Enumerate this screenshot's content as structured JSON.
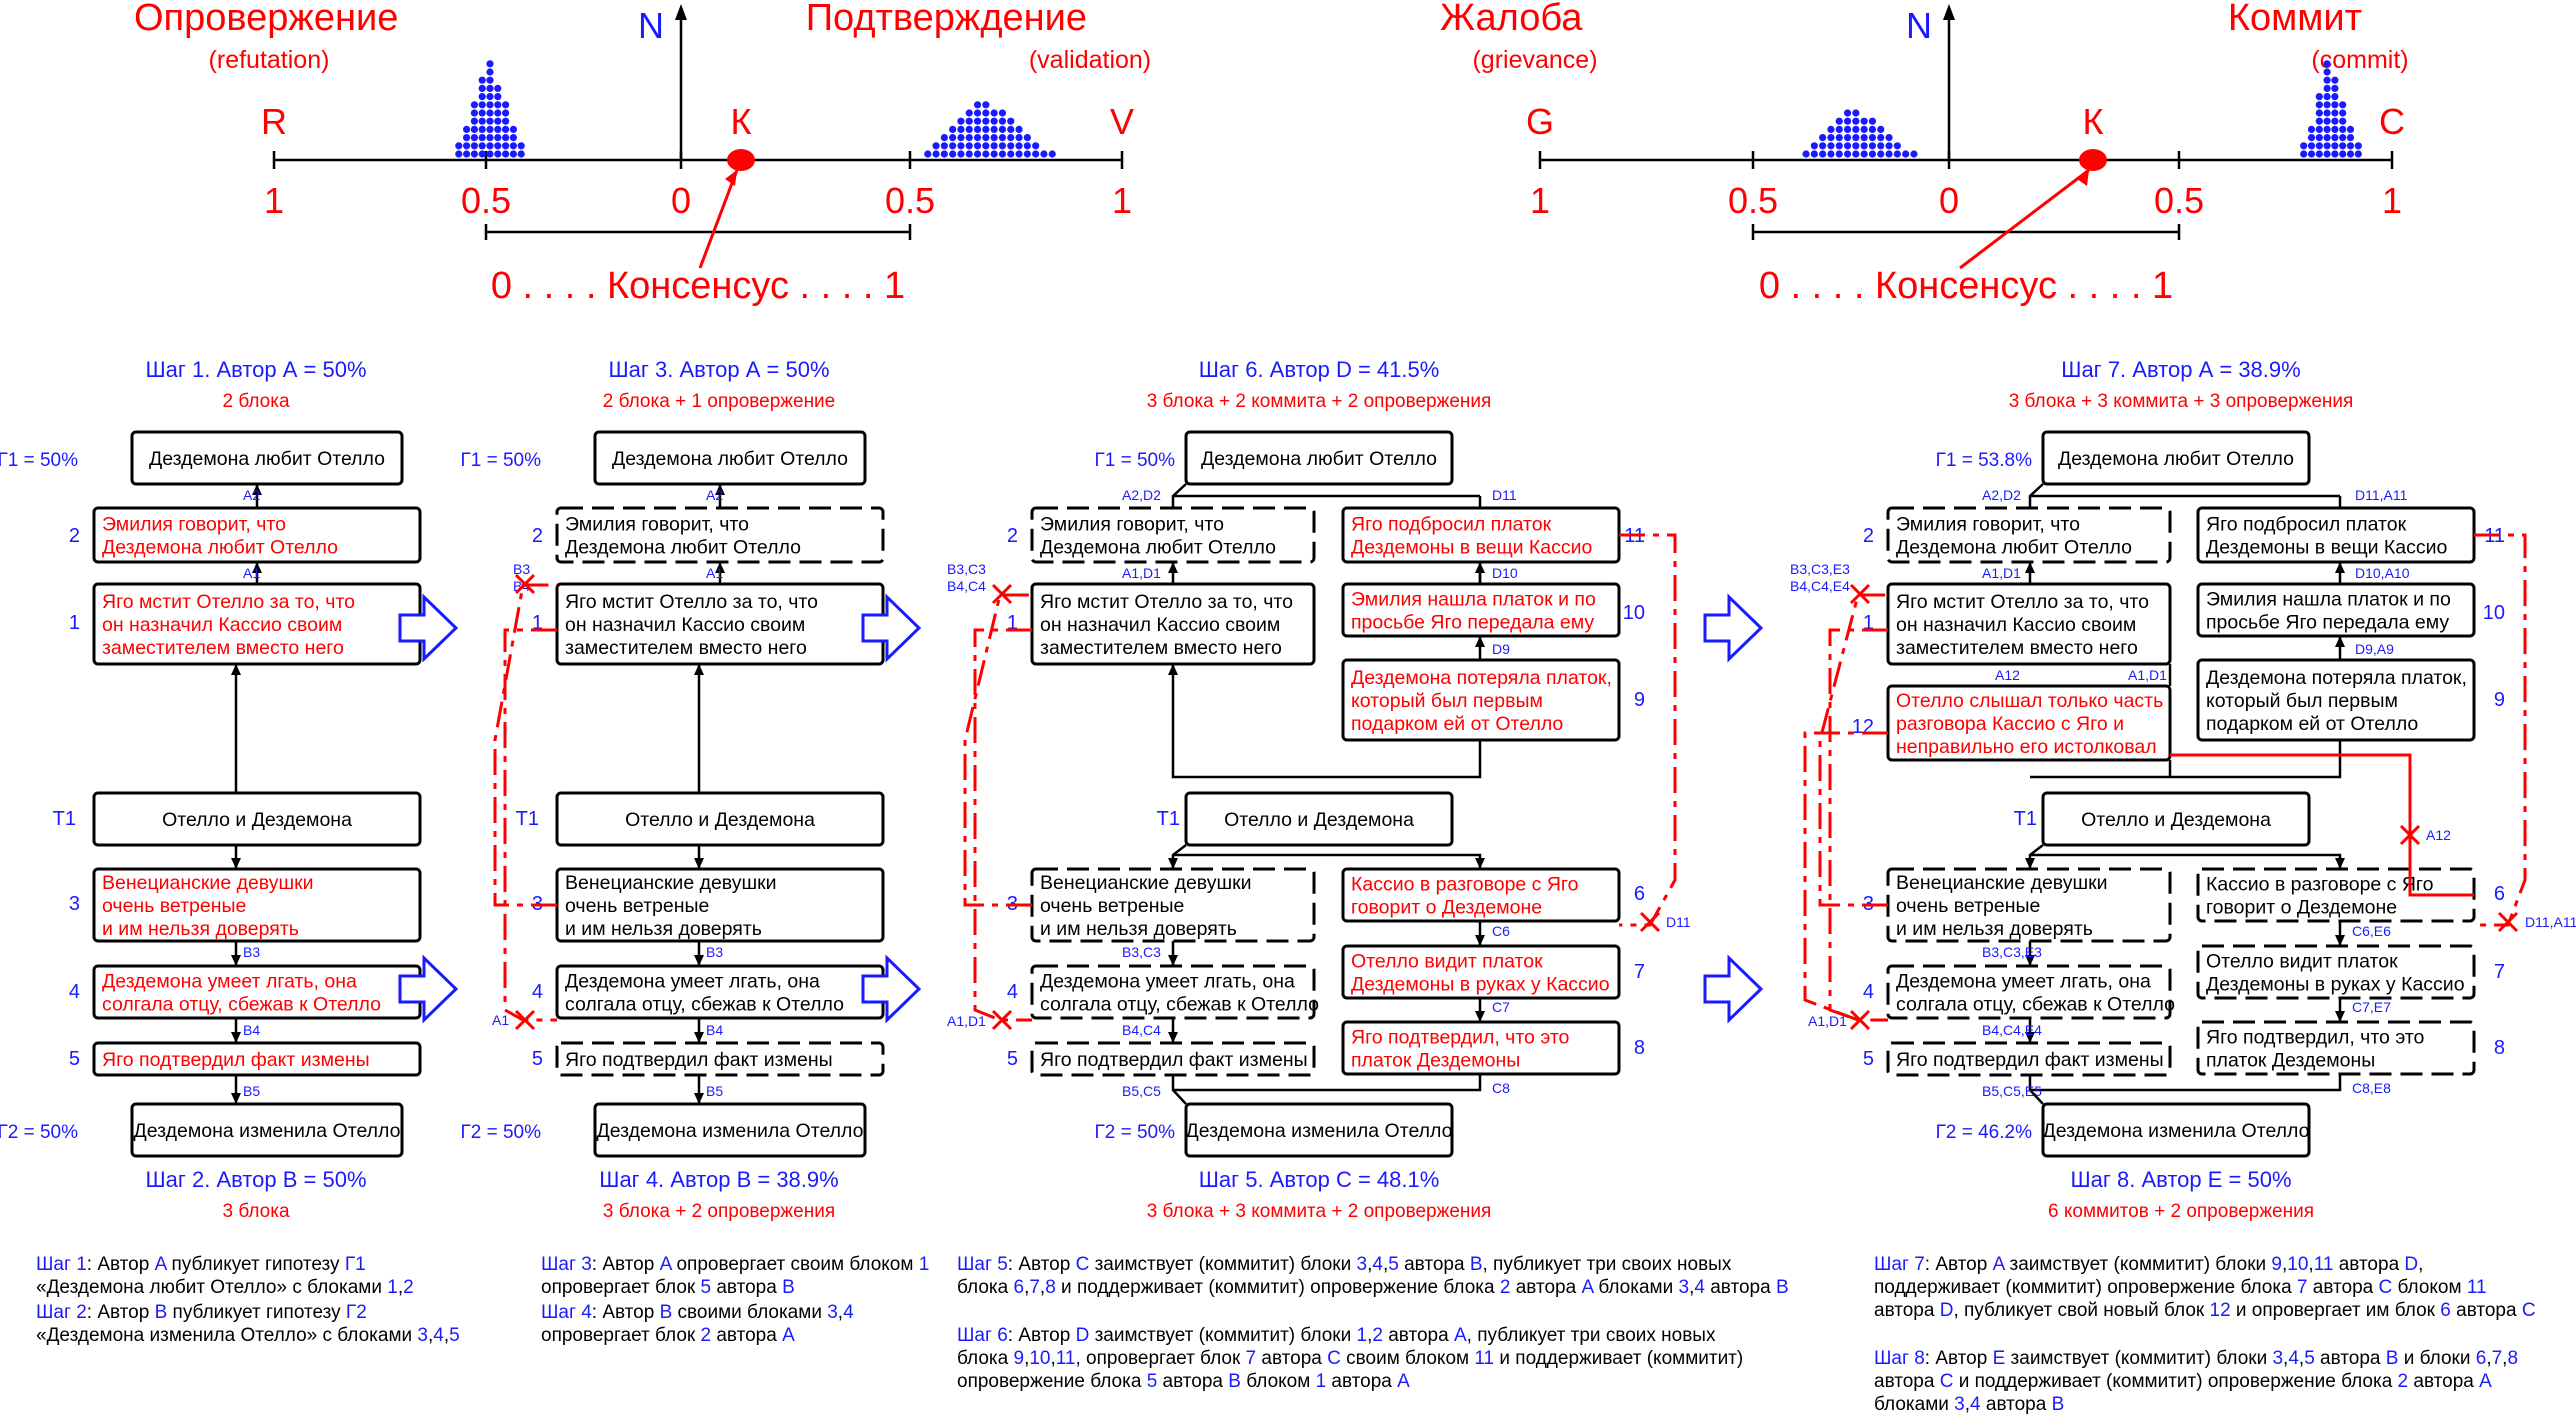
{
  "scales": {
    "left": {
      "neg_title": "Опровержение",
      "neg_sub": "(refutation)",
      "pos_title": "Подтверждение",
      "pos_sub": "(validation)",
      "axis": "N",
      "neg_end": "R",
      "pos_end": "V",
      "point": "К",
      "ticks": [
        "1",
        "0.5",
        "0",
        "0.5",
        "1"
      ],
      "consensus": "0 . . . . Консенсус . . . . 1"
    },
    "right": {
      "neg_title": "Жалоба",
      "neg_sub": "(grievance)",
      "pos_title": "Коммит",
      "pos_sub": "(commit)",
      "axis": "N",
      "neg_end": "G",
      "pos_end": "C",
      "point": "К",
      "ticks": [
        "1",
        "0.5",
        "0",
        "0.5",
        "1"
      ],
      "consensus": "0 . . . . Консенсус . . . . 1"
    }
  },
  "texts": {
    "top_root": "Дездемона любит Отелло",
    "emilia": "Эмилия говорит, что|Дездемона любит Отелло",
    "iago": "Яго мстит Отелло за то, что|он назначил Кассио своим|заместителем вместо него",
    "mid": "Отелло и Дездемона",
    "venetian": "Венецианские девушки|очень ветреные|и им нельзя доверять",
    "lie": "Дездемона умеет лгать, она|солгала отцу, сбежав к Отелло",
    "iago_conf": "Яго подтвердил факт измены",
    "bottom_root": "Дездемона изменила Отелло",
    "d11": "Яго подбросил платок|Дездемоны в вещи Кассио",
    "d10": "Эмилия нашла платок и по|просьбе Яго передала ему",
    "d9": "Дездемона потеряла платок,|который был первым|подарком ей от Отелло",
    "c6": "Кассио в разговоре с Яго|говорит о Дездемоне",
    "c7": "Отелло видит платок|Дездемоны в руках у Кассио",
    "c8": "Яго подтвердил, что это|платок Дездемоны",
    "a12": "Отелло слышал только часть|разговора Кассио с Яго и|неправильно его истолковал"
  },
  "steps": {
    "s1": {
      "title": "Шаг 1. Автор А = 50%",
      "sub": "2 блока"
    },
    "s2": {
      "title": "Шаг 2. Автор B = 50%",
      "sub": "3 блока"
    },
    "s3": {
      "title": "Шаг 3. Автор А = 50%",
      "sub": "2 блока + 1 опровержение"
    },
    "s4": {
      "title": "Шаг 4. Автор B = 38.9%",
      "sub": "3 блока + 2 опровержения"
    },
    "s6": {
      "title": "Шаг 6. Автор D = 41.5%",
      "sub": "3 блока + 2 коммита + 2 опровержения"
    },
    "s5": {
      "title": "Шаг 5. Автор С = 48.1%",
      "sub": "3 блока + 3 коммита + 2 опровержения"
    },
    "s7": {
      "title": "Шаг 7. Автор А = 38.9%",
      "sub": "3 блока + 3 коммита + 3 опровержения"
    },
    "s8": {
      "title": "Шаг 8. Автор E = 50%",
      "sub": "6 коммитов + 2 опровержения"
    }
  },
  "labels": {
    "g1_50": "Г1 = 50%",
    "g2_50": "Г2 = 50%",
    "g1_538": "Г1 = 53.8%",
    "g2_462": "Г2 = 46.2%",
    "t1": "Т1",
    "n1": "1",
    "n2": "2",
    "n3": "3",
    "n4": "4",
    "n5": "5",
    "n6": "6",
    "n7": "7",
    "n8": "8",
    "n9": "9",
    "n10": "10",
    "n11": "11",
    "n12": "12",
    "A1": "A1",
    "A2": "A2",
    "B3": "B3",
    "B4": "B4",
    "B5": "B5",
    "A1D1": "A1,D1",
    "A2D2": "A2,D2",
    "B3C3": "B3,C3",
    "B4C4": "B4,C4",
    "B5C5": "B5,C5",
    "C6": "C6",
    "C7": "C7",
    "C8": "C8",
    "D9": "D9",
    "D10": "D10",
    "D11": "D11",
    "B3C3E3": "B3,C3,E3",
    "B4C4E4": "B4,C4,E4",
    "B5C5E5": "B5,C5,E5",
    "C6E6": "C6,E6",
    "C7E7": "C7,E7",
    "C8E8": "C8,E8",
    "D9A9": "D9,A9",
    "D10A10": "D10,A10",
    "D11A11": "D11,A11",
    "A12": "A12"
  },
  "notes": {
    "n1": [
      [
        "Шаг 1",
        "b"
      ],
      [
        ": Автор ",
        ""
      ],
      [
        "A",
        "b"
      ],
      [
        " публикует гипотезу ",
        ""
      ],
      [
        "Г1",
        "b"
      ],
      [
        "|«Дездемона любит Отелло» с блоками ",
        ""
      ],
      [
        "1",
        "b"
      ],
      [
        ",",
        ""
      ],
      [
        "2",
        "b"
      ]
    ],
    "n2": [
      [
        "Шаг 2",
        "b"
      ],
      [
        ": Автор ",
        ""
      ],
      [
        "B",
        "b"
      ],
      [
        " публикует гипотезу ",
        ""
      ],
      [
        "Г2",
        "b"
      ],
      [
        "|«Дездемона изменила Отелло» с блоками ",
        ""
      ],
      [
        "3",
        "b"
      ],
      [
        ",",
        ""
      ],
      [
        "4",
        "b"
      ],
      [
        ",",
        ""
      ],
      [
        "5",
        "b"
      ]
    ],
    "n3": [
      [
        "Шаг 3",
        "b"
      ],
      [
        ": Автор ",
        ""
      ],
      [
        "A",
        "b"
      ],
      [
        " опровергает своим блоком ",
        ""
      ],
      [
        "1",
        "b"
      ],
      [
        "|опровергает блок ",
        ""
      ],
      [
        "5",
        "b"
      ],
      [
        " автора ",
        ""
      ],
      [
        "B",
        "b"
      ]
    ],
    "n4": [
      [
        "Шаг 4",
        "b"
      ],
      [
        ": Автор ",
        ""
      ],
      [
        "B",
        "b"
      ],
      [
        " своими блоками ",
        ""
      ],
      [
        "3",
        "b"
      ],
      [
        ",",
        ""
      ],
      [
        "4",
        "b"
      ],
      [
        "|опровергает блок ",
        ""
      ],
      [
        "2",
        "b"
      ],
      [
        " автора ",
        ""
      ],
      [
        "A",
        "b"
      ]
    ],
    "n5": [
      [
        "Шаг 5",
        "b"
      ],
      [
        ": Автор ",
        ""
      ],
      [
        "C",
        "b"
      ],
      [
        " заимствует (коммитит) блоки ",
        ""
      ],
      [
        "3",
        "b"
      ],
      [
        ",",
        ""
      ],
      [
        "4",
        "b"
      ],
      [
        ",",
        ""
      ],
      [
        "5",
        "b"
      ],
      [
        " автора ",
        ""
      ],
      [
        "B",
        "b"
      ],
      [
        ", публикует три своих новых|блока ",
        ""
      ],
      [
        "6",
        "b"
      ],
      [
        ",",
        ""
      ],
      [
        "7",
        "b"
      ],
      [
        ",",
        ""
      ],
      [
        "8",
        "b"
      ],
      [
        " и поддерживает (коммитит) опровержение блока ",
        ""
      ],
      [
        "2",
        "b"
      ],
      [
        " автора ",
        ""
      ],
      [
        "A",
        "b"
      ],
      [
        " блоками ",
        ""
      ],
      [
        "3",
        "b"
      ],
      [
        ",",
        ""
      ],
      [
        "4",
        "b"
      ],
      [
        " автора ",
        ""
      ],
      [
        "B",
        "b"
      ]
    ],
    "n6": [
      [
        "Шаг 6",
        "b"
      ],
      [
        ": Автор ",
        ""
      ],
      [
        "D",
        "b"
      ],
      [
        " заимствует (коммитит) блоки ",
        ""
      ],
      [
        "1",
        "b"
      ],
      [
        ",",
        ""
      ],
      [
        "2",
        "b"
      ],
      [
        " автора ",
        ""
      ],
      [
        "A",
        "b"
      ],
      [
        ", публикует три своих новых|блока ",
        ""
      ],
      [
        "9",
        "b"
      ],
      [
        ",",
        ""
      ],
      [
        "10",
        "b"
      ],
      [
        ",",
        ""
      ],
      [
        "11",
        "b"
      ],
      [
        ", опровергает блок ",
        ""
      ],
      [
        "7",
        "b"
      ],
      [
        " автора ",
        ""
      ],
      [
        "C",
        "b"
      ],
      [
        " своим блоком ",
        ""
      ],
      [
        "11",
        "b"
      ],
      [
        " и поддерживает (коммитит)|опровержение блока ",
        ""
      ],
      [
        "5",
        "b"
      ],
      [
        " автора ",
        ""
      ],
      [
        "B",
        "b"
      ],
      [
        " блоком ",
        ""
      ],
      [
        "1",
        "b"
      ],
      [
        " автора ",
        ""
      ],
      [
        "A",
        "b"
      ]
    ],
    "n7": [
      [
        "Шаг 7",
        "b"
      ],
      [
        ": Автор ",
        ""
      ],
      [
        "A",
        "b"
      ],
      [
        " заимствует (коммитит) блоки ",
        ""
      ],
      [
        "9",
        "b"
      ],
      [
        ",",
        ""
      ],
      [
        "10",
        "b"
      ],
      [
        ",",
        ""
      ],
      [
        "11",
        "b"
      ],
      [
        " автора ",
        ""
      ],
      [
        "D",
        "b"
      ],
      [
        ",|поддерживает (коммитит) опровержение блока ",
        ""
      ],
      [
        "7",
        "b"
      ],
      [
        " автора ",
        ""
      ],
      [
        "C",
        "b"
      ],
      [
        " блоком ",
        ""
      ],
      [
        "11",
        "b"
      ],
      [
        "|автора ",
        ""
      ],
      [
        "D",
        "b"
      ],
      [
        ", публикует свой новый блок ",
        ""
      ],
      [
        "12",
        "b"
      ],
      [
        " и опровергает им блок ",
        ""
      ],
      [
        "6",
        "b"
      ],
      [
        " автора ",
        ""
      ],
      [
        "C",
        "b"
      ]
    ],
    "n8": [
      [
        "Шаг 8",
        "b"
      ],
      [
        ": Автор ",
        ""
      ],
      [
        "E",
        "b"
      ],
      [
        " заимствует (коммитит) блоки ",
        ""
      ],
      [
        "3",
        "b"
      ],
      [
        ",",
        ""
      ],
      [
        "4",
        "b"
      ],
      [
        ",",
        ""
      ],
      [
        "5",
        "b"
      ],
      [
        " автора ",
        ""
      ],
      [
        "B",
        "b"
      ],
      [
        " и блоки ",
        ""
      ],
      [
        "6",
        "b"
      ],
      [
        ",",
        ""
      ],
      [
        "7",
        "b"
      ],
      [
        ",",
        ""
      ],
      [
        "8",
        "b"
      ],
      [
        "|автора ",
        ""
      ],
      [
        "C",
        "b"
      ],
      [
        " и поддерживает (коммитит) опровержение блока ",
        ""
      ],
      [
        "2",
        "b"
      ],
      [
        " автора ",
        ""
      ],
      [
        "A",
        "b"
      ],
      [
        "|блоками ",
        ""
      ],
      [
        "3",
        "b"
      ],
      [
        ",",
        ""
      ],
      [
        "4",
        "b"
      ],
      [
        " автора ",
        ""
      ],
      [
        "B",
        "b"
      ]
    ]
  }
}
